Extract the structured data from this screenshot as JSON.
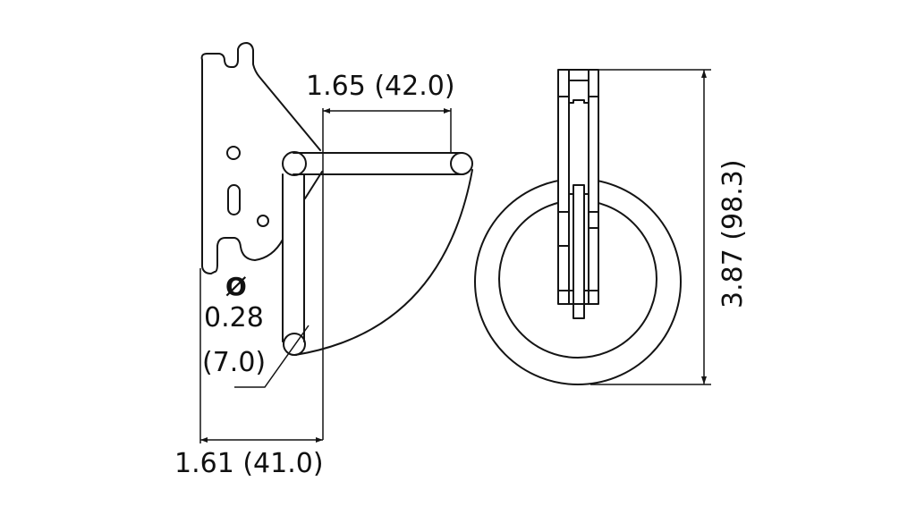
{
  "drawing": {
    "title": "Ring anchor bracket dimensional drawing",
    "views": [
      "side-view",
      "front-view"
    ],
    "stroke_color": "#141414",
    "background": "#ffffff"
  },
  "dimensions": {
    "ring_reach": {
      "label": "1.65 (42.0)",
      "inches": 1.65,
      "mm": 42.0
    },
    "rod_diameter": {
      "symbol": "Ø",
      "value": "0.28",
      "metric": "(7.0)",
      "inches": 0.28,
      "mm": 7.0
    },
    "base_depth": {
      "label": "1.61 (41.0)",
      "inches": 1.61,
      "mm": 41.0
    },
    "overall_height": {
      "label": "3.87 (98.3)",
      "inches": 3.87,
      "mm": 98.3
    }
  }
}
